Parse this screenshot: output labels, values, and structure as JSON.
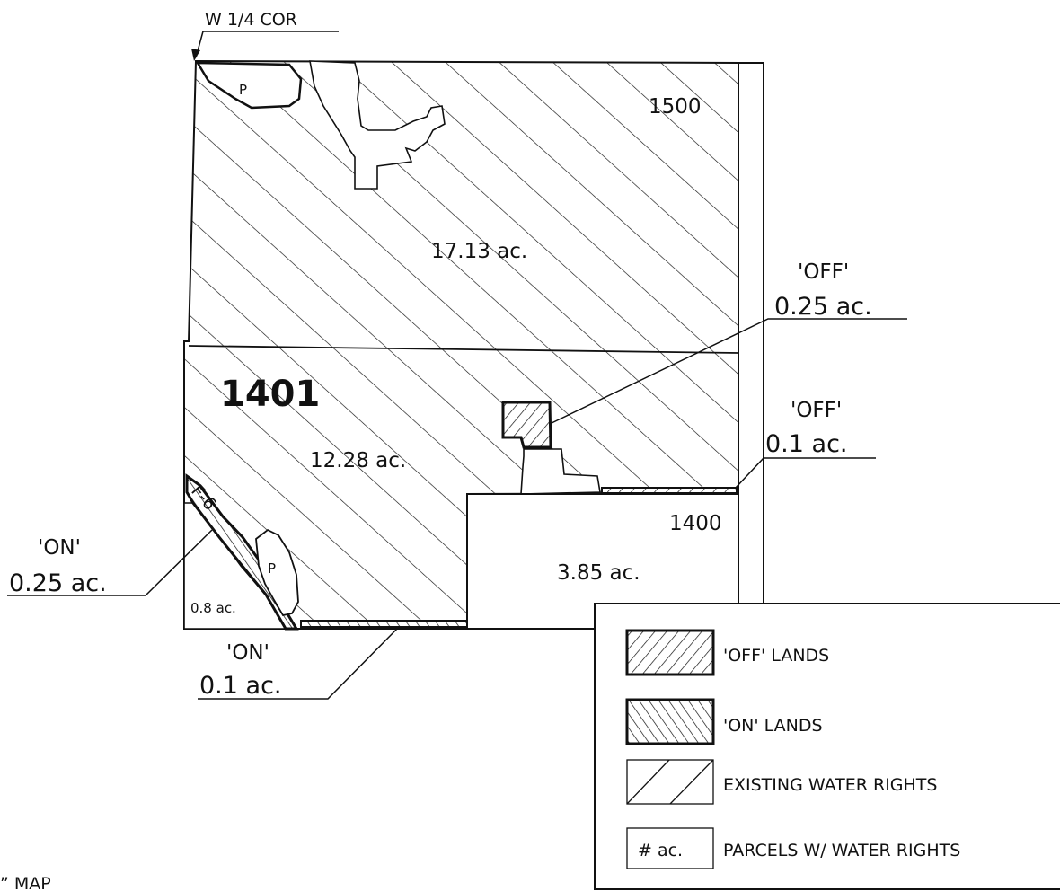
{
  "map": {
    "corner_label": "W 1/4 COR",
    "footer_fragment": "” MAP",
    "parcel_ids": {
      "p1500": "1500",
      "p1401": "1401",
      "p1400": "1400",
      "f6": "F-6"
    },
    "pond_label": "P",
    "areas": {
      "top": "17.13 ac.",
      "middle": "12.28 ac.",
      "lower_right": "3.85 ac.",
      "lower_left": "0.8 ac."
    },
    "callouts": {
      "off_upper": {
        "status": "'OFF'",
        "area": "0.25 ac."
      },
      "off_lower": {
        "status": "'OFF'",
        "area": "0.1 ac."
      },
      "on_left": {
        "status": "'ON'",
        "area": "0.25 ac."
      },
      "on_bottom": {
        "status": "'ON'",
        "area": "0.1 ac."
      }
    }
  },
  "legend": {
    "off_lands": "'OFF' LANDS",
    "on_lands": "'ON' LANDS",
    "existing": "EXISTING WATER RIGHTS",
    "parcels": "PARCELS W/ WATER RIGHTS",
    "parcel_symbol": "# ac."
  }
}
